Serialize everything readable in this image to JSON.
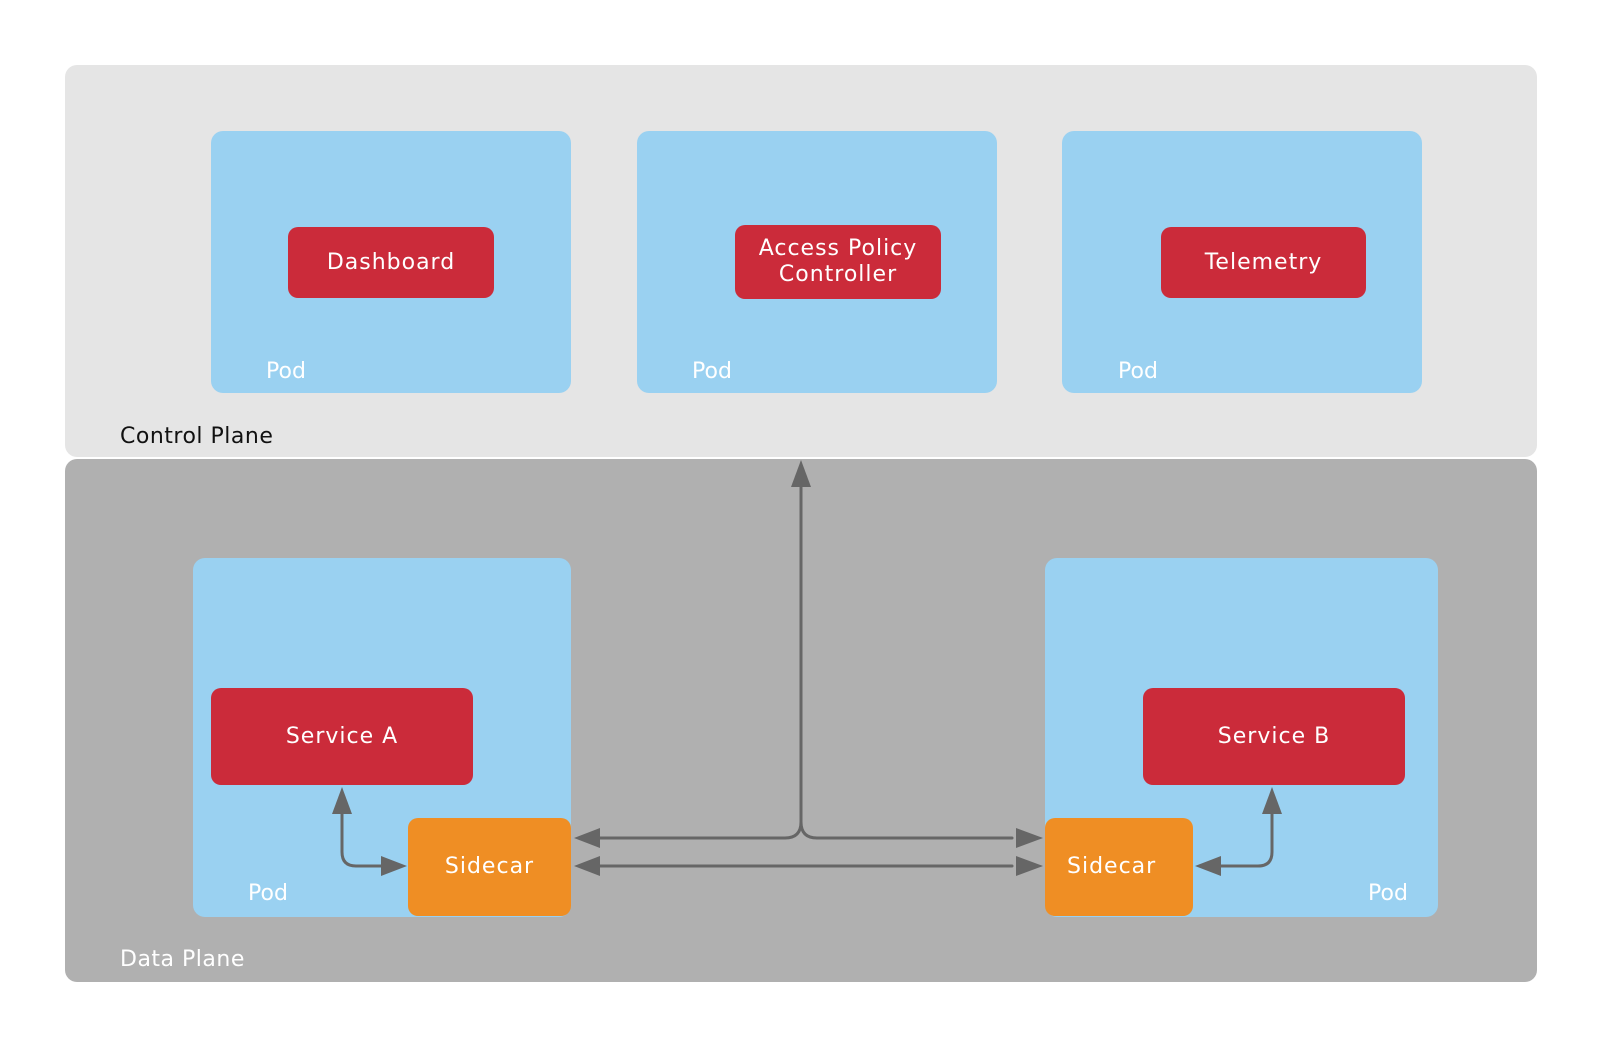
{
  "control_plane": {
    "label": "Control Plane",
    "pods": [
      {
        "component": "Dashboard",
        "pod_label": "Pod"
      },
      {
        "component_line1": "Access Policy",
        "component_line2": "Controller",
        "pod_label": "Pod"
      },
      {
        "component": "Telemetry",
        "pod_label": "Pod"
      }
    ]
  },
  "data_plane": {
    "label": "Data Plane",
    "pods": [
      {
        "service": "Service A",
        "sidecar": "Sidecar",
        "pod_label": "Pod"
      },
      {
        "service": "Service B",
        "sidecar": "Sidecar",
        "pod_label": "Pod"
      }
    ]
  },
  "colors": {
    "control_plane_bg": "#e5e5e5",
    "data_plane_bg": "#b0b0b0",
    "pod_bg": "#9ad1f1",
    "component_red": "#cb2b3a",
    "sidecar_orange": "#ef8e24",
    "arrow_gray": "#666666"
  }
}
